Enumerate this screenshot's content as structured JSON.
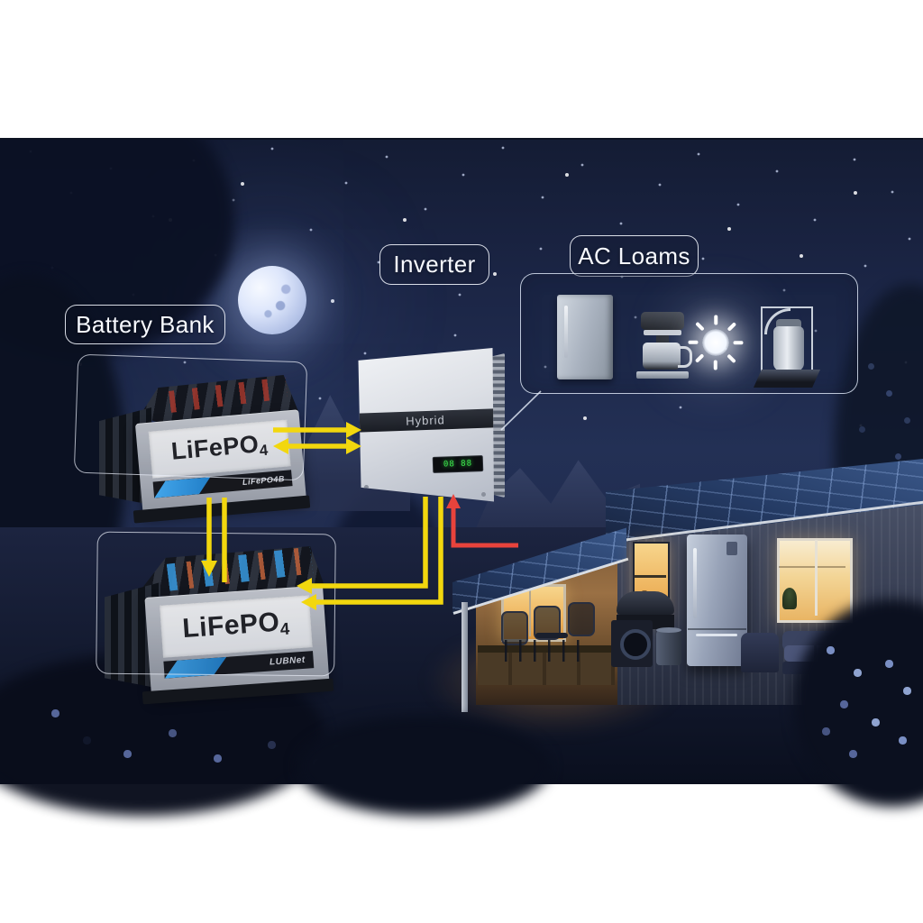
{
  "diagram": {
    "battery_bank_label": "Battery Bank",
    "inverter_label": "Inverter",
    "ac_loads_label": "AC Loams",
    "battery1": {
      "chemistry": "LiFePO",
      "chemistry_sub": "4",
      "brand_strip": "LiFePO4B"
    },
    "battery2": {
      "chemistry": "LiFePO",
      "chemistry_sub": "4",
      "brand_strip": "LUBNet"
    },
    "inverter_unit": {
      "band_text": "Hybrid",
      "display_text": "08 88"
    },
    "ac_load_icons": [
      "refrigerator-icon",
      "coffee-maker-icon",
      "light-bulb-icon",
      "water-pump-icon"
    ],
    "colors": {
      "dc_arrow_yellow": "#f2d70e",
      "ac_arrow_red": "#e8433c",
      "battery_accent_blue": "#2f8fd8",
      "display_green": "#3ee84e",
      "sky_navy": "#233055"
    }
  }
}
